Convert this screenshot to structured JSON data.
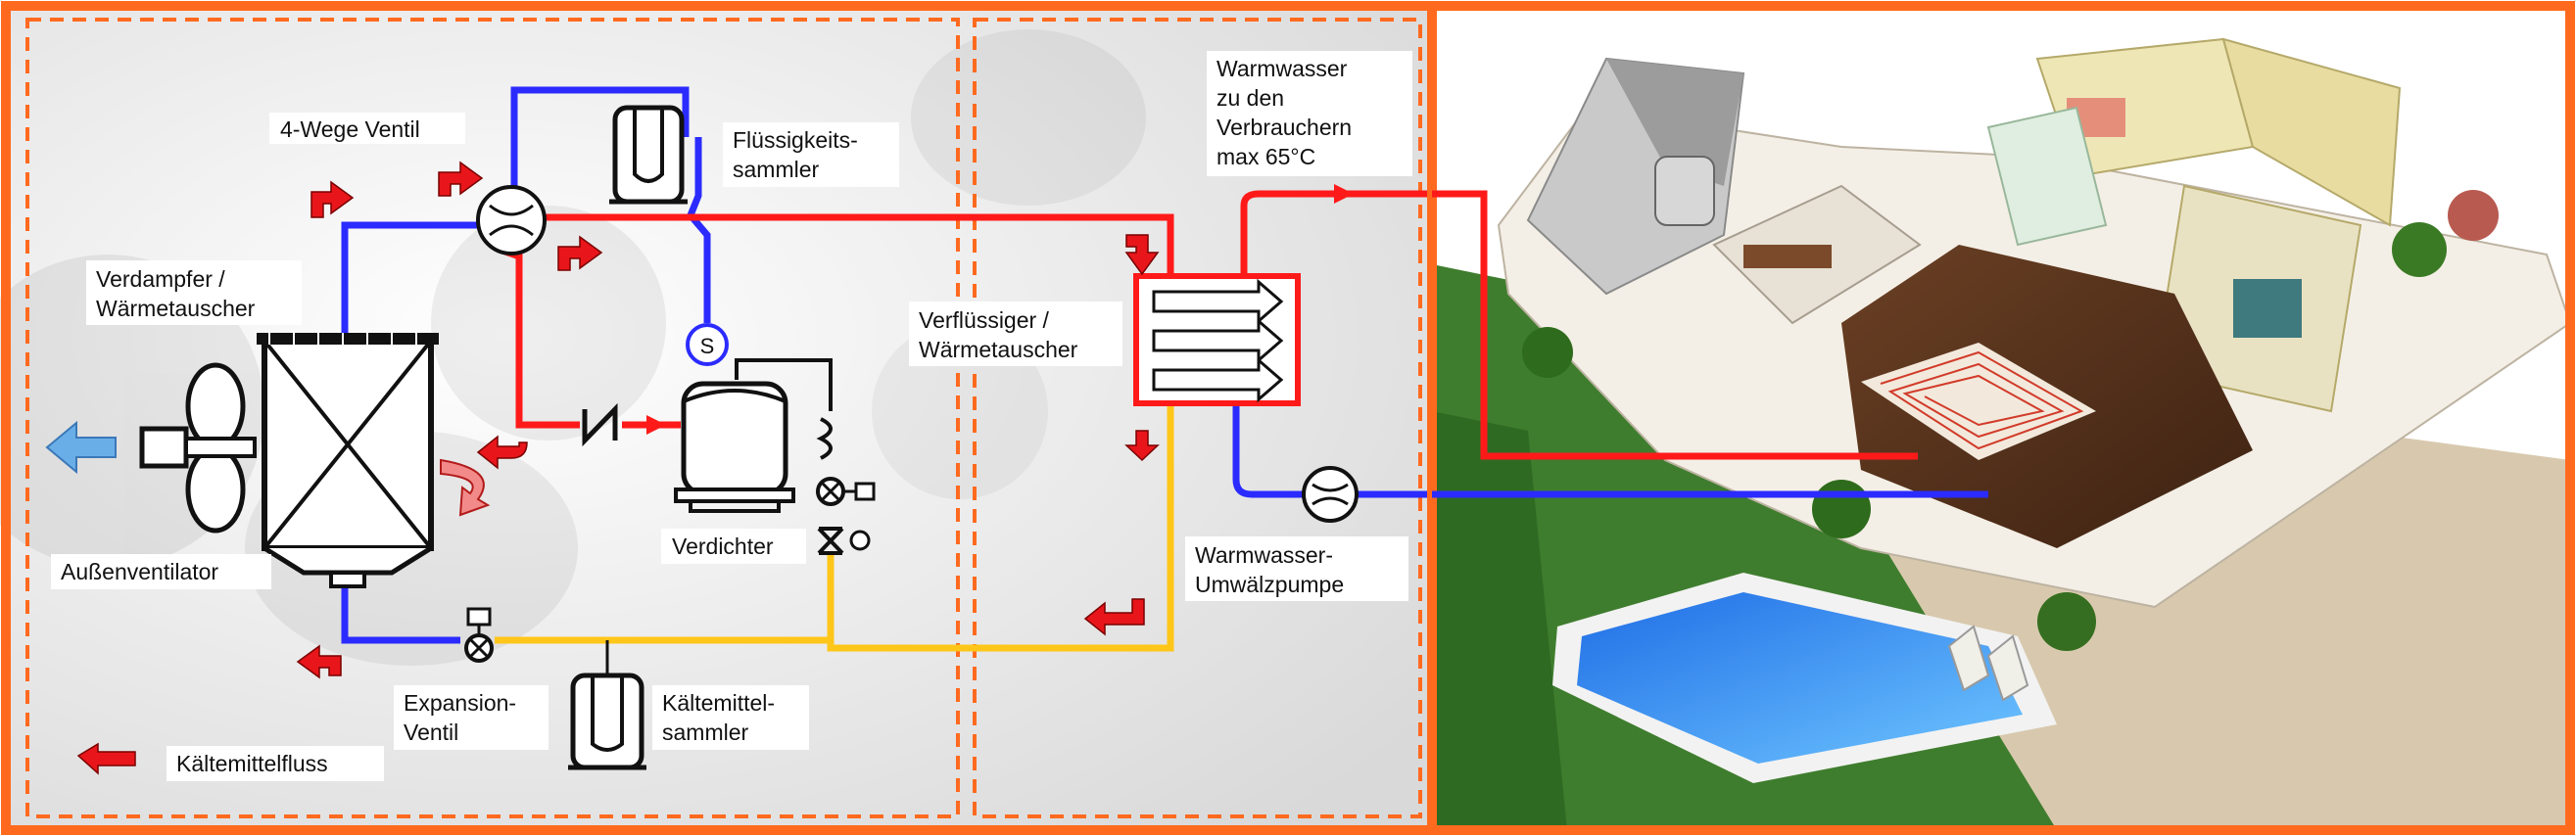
{
  "labels": {
    "valve4": "4-Wege Ventil",
    "liquid_collector": [
      "Flüssigkeits-",
      "sammler"
    ],
    "evaporator": [
      "Verdampfer /",
      "Wärmetauscher"
    ],
    "fan": "Außenventilator",
    "compressor": "Verdichter",
    "expansion": [
      "Expansion-",
      "Ventil"
    ],
    "refrigerant_collector": [
      "Kältemittel-",
      "sammler"
    ],
    "flow": "Kältemittelfluss",
    "condenser": [
      "Verflüssiger /",
      "Wärmetauscher"
    ],
    "hot_water": [
      "Warmwasser",
      "zu den",
      "Verbrauchern",
      "max 65°C"
    ],
    "pump": [
      "Warmwasser-",
      "Umwälzpumpe"
    ],
    "sensor_symbol": "S"
  },
  "colors": {
    "frame": "#ff6a1f",
    "hot": "#ff1a1a",
    "cold": "#2b2bff",
    "liquid": "#ffc61a",
    "arrow": "#e8161b",
    "fan_arrow": "#6aaee8"
  }
}
